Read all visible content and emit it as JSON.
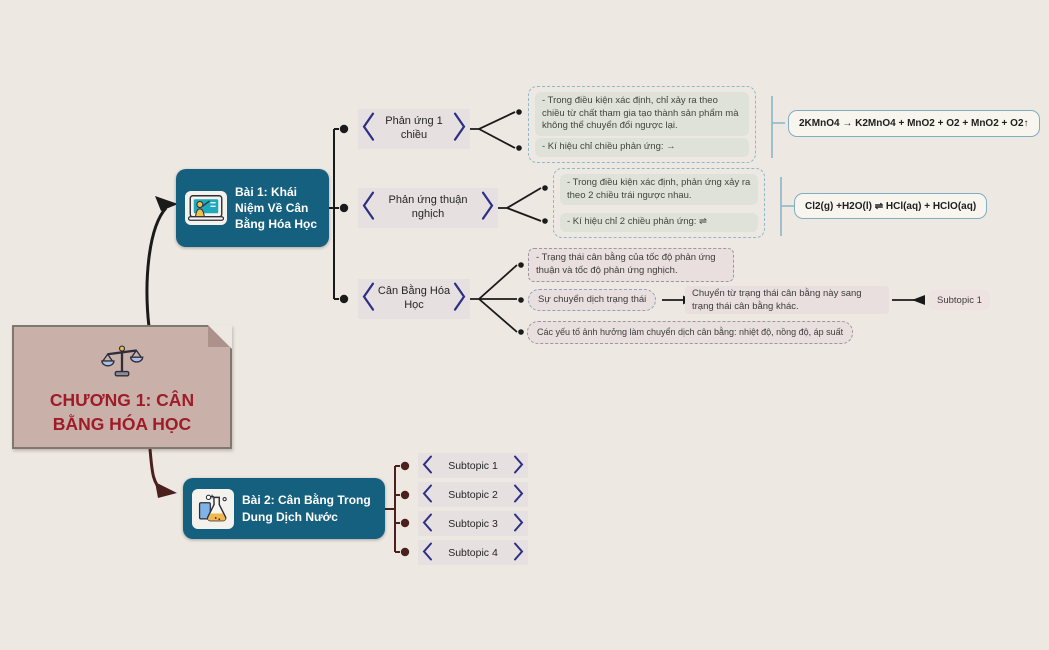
{
  "root": {
    "title": "CHƯƠNG 1: CÂN BẰNG HÓA HỌC",
    "icon": "balance-scale-icon"
  },
  "bai1": {
    "title": "Bài 1: Khái Niệm Về Cân Bằng Hóa Học",
    "icon": "presentation-board-icon",
    "topics": [
      {
        "label": "Phản ứng 1 chiều",
        "notes": [
          "- Trong điều kiện xác định, chỉ xảy ra theo chiều từ chất tham gia tạo thành sản phẩm mà không thể chuyển đổi ngược lại.",
          "- Kí hiệu chỉ chiều phản ứng: →"
        ],
        "formula": "2KMnO4 → K2MnO4 + MnO2 + O2 + MnO2 + O2↑"
      },
      {
        "label": "Phản ứng thuận nghịch",
        "notes": [
          "- Trong điều kiện xác định, phản ứng xảy ra theo 2 chiều trái ngược nhau.",
          "- Kí hiệu chỉ 2 chiều phản ứng: ⇌"
        ],
        "formula": "Cl2(g) +H2O(l) ⇌ HCl(aq) + HClO(aq)"
      },
      {
        "label": "Cân Bằng Hóa Học",
        "note": "- Trạng thái cân bằng của tốc độ phản ứng thuận và tốc độ phản ứng nghịch.",
        "shift": {
          "label": "Sự chuyển dịch trạng thái",
          "detail": "Chuyển từ trạng thái cân bằng này sang trạng thái cân bằng khác.",
          "subtopic": "Subtopic 1"
        },
        "factors": "Các yếu tố ảnh hưởng làm chuyển dịch cân bằng: nhiệt độ, nồng độ, áp suất"
      }
    ]
  },
  "bai2": {
    "title": "Bài 2: Cân Bằng Trong Dung Dịch Nước",
    "icon": "flask-icon",
    "subtopics": [
      "Subtopic 1",
      "Subtopic 2",
      "Subtopic 3",
      "Subtopic 4"
    ]
  },
  "colors": {
    "background": "#EDE8E2",
    "main_node_fill": "#C9B1AA",
    "main_title_text": "#9E1B27",
    "lesson_node_fill": "#15607E",
    "chevron_accent": "#2B2F85",
    "topic_fill": "#E7E0E0",
    "note_fill": "#DFE2D8",
    "note_border": "#8FB9CA",
    "pink_note_fill": "#E9DFDE",
    "formula_border": "#7FAEC1",
    "branch1_connector": "#1A1A1A",
    "branch2_connector": "#4B201D"
  }
}
